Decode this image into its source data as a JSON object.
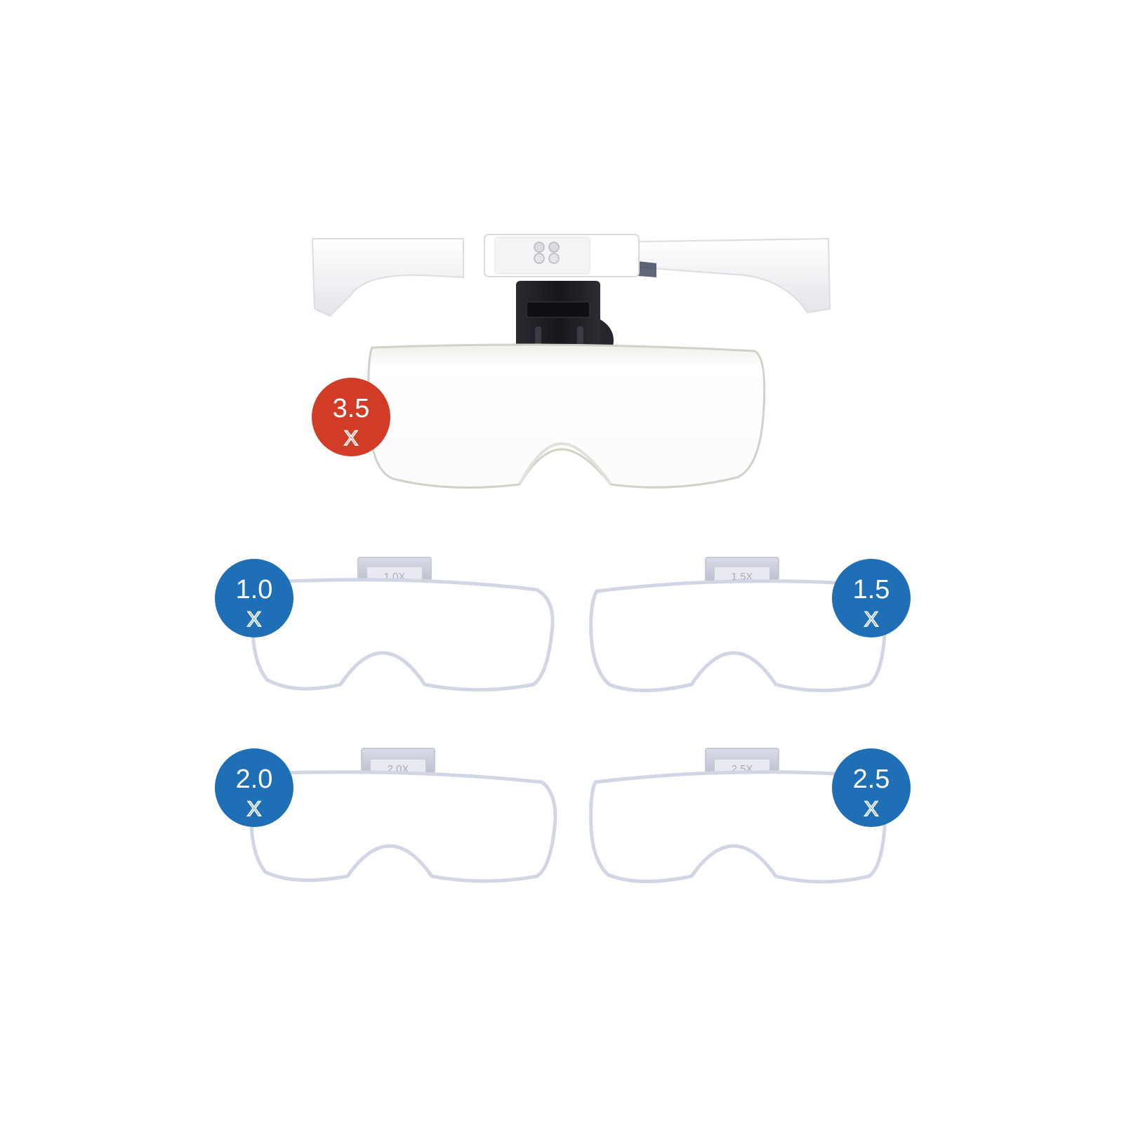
{
  "colors": {
    "background": "#ffffff",
    "badge_red": "#d23b26",
    "badge_blue": "#1e6fb5",
    "badge_text": "#ffffff",
    "lens_rim": "#d2d6e4",
    "headband": "#f2f2f4",
    "clip": "#1c1d22"
  },
  "main_lens": {
    "badge_value": "3.5",
    "badge_unit": "X"
  },
  "lenses": [
    {
      "badge_value": "1.0",
      "badge_unit": "X",
      "tab_label": "1.0X"
    },
    {
      "badge_value": "1.5",
      "badge_unit": "X",
      "tab_label": "1.5X"
    },
    {
      "badge_value": "2.0",
      "badge_unit": "X",
      "tab_label": "2.0X"
    },
    {
      "badge_value": "2.5",
      "badge_unit": "X",
      "tab_label": "2.5X"
    }
  ]
}
